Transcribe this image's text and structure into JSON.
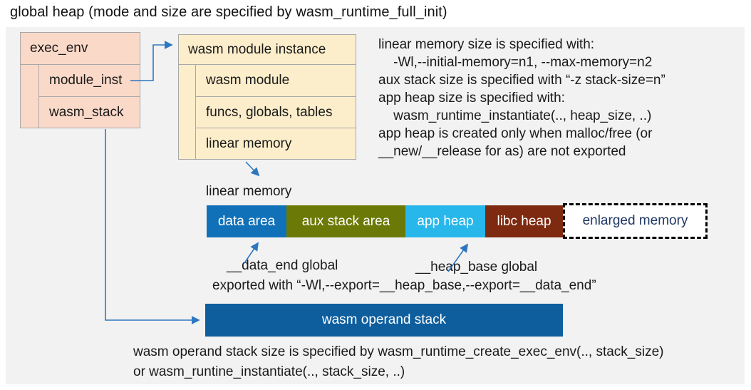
{
  "title": "global heap (mode and size are specified by wasm_runtime_full_init)",
  "exec_env_box": {
    "header": "exec_env",
    "rows": {
      "module_inst": "module_inst",
      "wasm_stack": "wasm_stack"
    }
  },
  "module_instance_box": {
    "header": "wasm module instance",
    "rows": {
      "wasm_module": "wasm module",
      "funcs_globals_tables": "funcs, globals, tables",
      "linear_memory": "linear memory"
    }
  },
  "notes": {
    "lines": [
      "linear memory size is specified with:",
      "    -Wl,--initial-memory=n1, --max-memory=n2",
      "aux stack size is specified with “-z stack-size=n”",
      "app heap size is specified with:",
      "    wasm_runtime_instantiate(.., heap_size, ..)",
      "app heap is created only when malloc/free (or",
      "__new/__release for as) are not exported"
    ]
  },
  "linear_memory": {
    "label": "linear memory",
    "segments": [
      {
        "label": "data area",
        "color": "#1171b8"
      },
      {
        "label": "aux stack area",
        "color": "#6b7a06"
      },
      {
        "label": "app heap",
        "color": "#28b7ea"
      },
      {
        "label": "libc heap",
        "color": "#7e2a10"
      },
      {
        "label": "enlarged memory",
        "color": "#ffffff",
        "text_color": "#1f3864",
        "border": "dashed"
      }
    ]
  },
  "annotations": {
    "data_end": "__data_end global",
    "heap_base": "__heap_base global",
    "exported": "exported with “-Wl,--export=__heap_base,--export=__data_end”"
  },
  "operand_stack": {
    "label": "wasm operand stack",
    "color": "#0e5e9e"
  },
  "footer": {
    "lines": [
      "wasm operand stack size is specified by wasm_runtime_create_exec_env(.., stack_size)",
      "or wasm_runtine_instantiate(.., stack_size, ..)"
    ]
  },
  "colors": {
    "panel_bg": "#f2f2f2",
    "exec_env_fill": "#fbd9c8",
    "module_instance_fill": "#fcedcb",
    "connector_blue": "#2e77c0",
    "enlarged_text": "#1f3864"
  }
}
